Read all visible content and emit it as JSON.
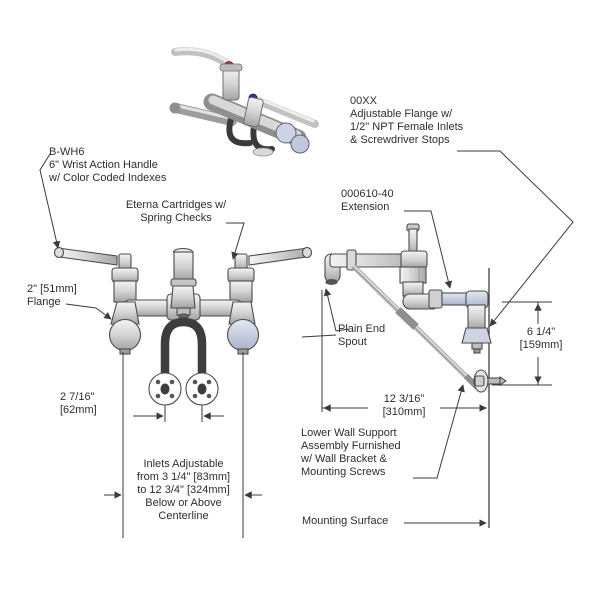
{
  "document": {
    "type": "technical-line-drawing",
    "subject": "Wall-mount double pantry faucet with wrist action handles, front and side views with product photo"
  },
  "colors": {
    "ink": "#3b3b3b",
    "text": "#2d2d2d",
    "metal_light": "#f1f1f1",
    "metal_mid": "#c9c9c9",
    "metal_dark": "#8a8a8a",
    "pipe_dark": "#3d3d3d",
    "accent_blue": "#c6cdde",
    "index_red": "#b03030",
    "index_blue": "#27408f",
    "background": "#ffffff"
  },
  "labels": {
    "b_wh6": {
      "lines": [
        "B-WH6",
        "6\" Wrist Action Handle",
        "w/ Color Coded Indexes"
      ]
    },
    "eterna": {
      "lines": [
        "Eterna Cartridges w/",
        "Spring Checks"
      ]
    },
    "flange2": {
      "lines": [
        "2\" [51mm]",
        "Flange"
      ]
    },
    "adj_flange": {
      "lines": [
        "00XX",
        "Adjustable Flange w/",
        "1/2\" NPT Female Inlets",
        "& Screwdriver Stops"
      ]
    },
    "extension": {
      "lines": [
        "000610-40",
        "Extension"
      ]
    },
    "plain_end": {
      "lines": [
        "Plain End",
        "Spout"
      ]
    },
    "dim_62": {
      "lines": [
        "2 7/16\"",
        "[62mm]"
      ]
    },
    "inlets": {
      "lines": [
        "Inlets Adjustable",
        "from 3 1/4\" [83mm]",
        "to 12 3/4\" [324mm]",
        "Below or Above",
        "Centerline"
      ]
    },
    "dim_159": {
      "lines": [
        "6 1/4\"",
        "[159mm]"
      ]
    },
    "dim_310": {
      "lines": [
        "12 3/16\"",
        "[310mm]"
      ]
    },
    "lower_wall": {
      "lines": [
        "Lower Wall Support",
        "Assembly Furnished",
        "w/ Wall Bracket &",
        "Mounting Screws"
      ]
    },
    "mounting": {
      "lines": [
        "Mounting Surface"
      ]
    }
  }
}
